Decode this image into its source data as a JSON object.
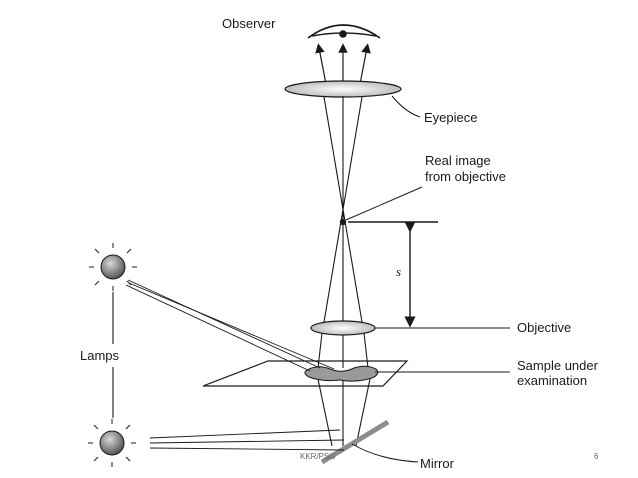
{
  "diagram": {
    "labels": {
      "observer": "Observer",
      "eyepiece": "Eyepiece",
      "real_image_line1": "Real image",
      "real_image_line2": "from objective",
      "s": "s",
      "objective": "Objective",
      "sample_line1": "Sample under",
      "sample_line2": "examination",
      "lamps": "Lamps",
      "mirror": "Mirror"
    }
  },
  "footer": {
    "author": "KKR/PSG",
    "page_number": "6"
  },
  "colors": {
    "line": "#1a1a1a",
    "lens_fill": "#c8c8c8",
    "lamp_fill": "#8a8a8a",
    "mirror": "#8c8c8c",
    "background": "#ffffff"
  }
}
